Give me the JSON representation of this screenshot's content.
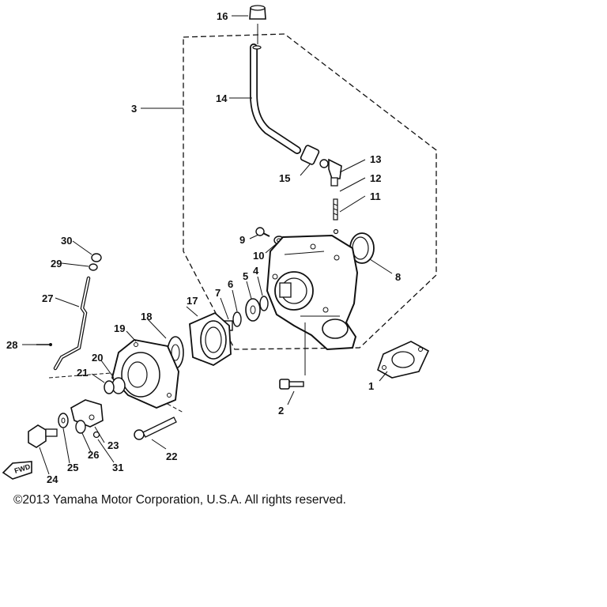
{
  "diagram": {
    "part_numbers": [
      "1",
      "2",
      "3",
      "4",
      "5",
      "6",
      "7",
      "8",
      "9",
      "10",
      "11",
      "12",
      "13",
      "14",
      "15",
      "16",
      "17",
      "18",
      "19",
      "20",
      "21",
      "22",
      "23",
      "24",
      "25",
      "26",
      "27",
      "28",
      "29",
      "30",
      "31"
    ],
    "fwd_badge": "FWD",
    "line_color": "#111111"
  },
  "footer": {
    "copyright": "©2013 Yamaha Motor Corporation, U.S.A. All rights reserved."
  }
}
